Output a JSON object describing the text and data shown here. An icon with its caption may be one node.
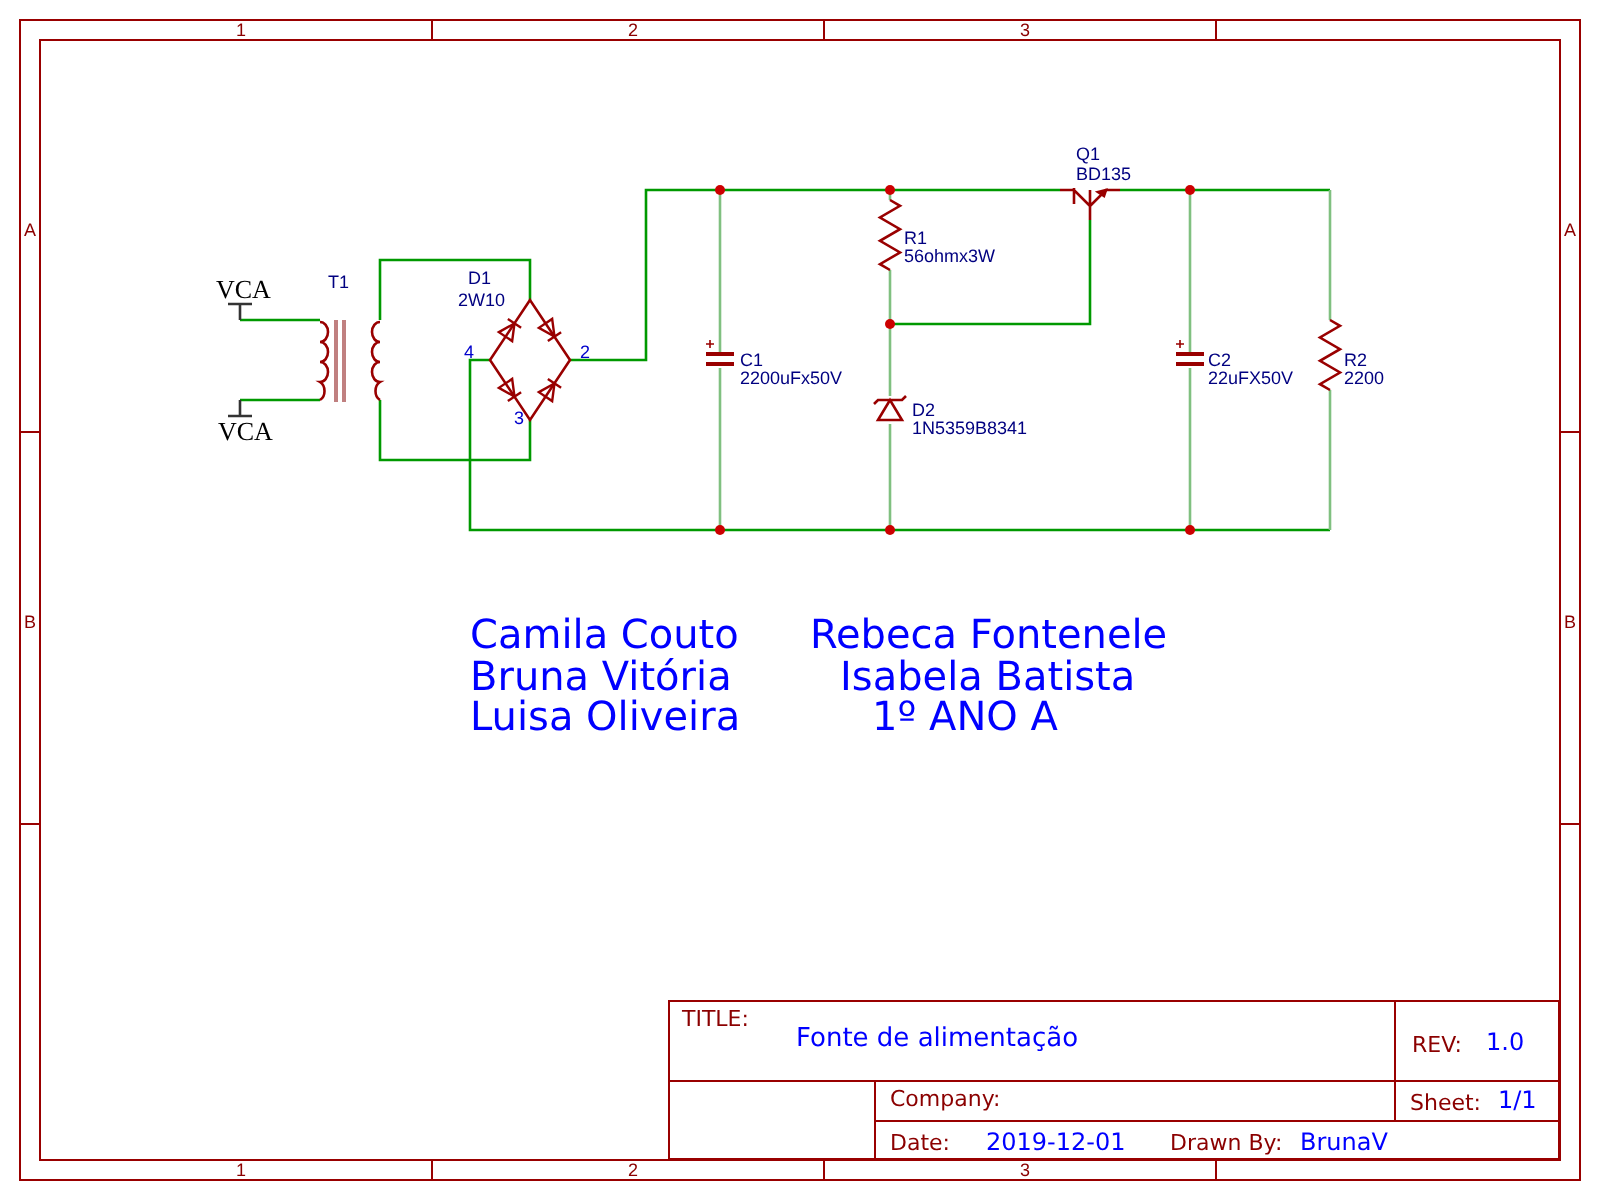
{
  "diagram": {
    "title": "Fonte de alimentação",
    "labels": [
      "1",
      "2",
      "3",
      "A",
      "A",
      "B",
      "B",
      "VCA",
      "T1",
      "D1",
      "2W10",
      "4",
      "2",
      "3",
      "VCA",
      "Q1",
      "BD135",
      "R1",
      "56ohmx3W",
      "C1",
      "2200uFx50V",
      "D2",
      "1N5359B8341",
      "C2",
      "22uFX50V",
      "R2",
      "2200",
      "Camila Couto",
      "Rebeca Fontenele",
      "Bruna Vitória",
      "Isabela Batista",
      "Luisa Oliveira",
      "1º ANO A",
      "TITLE:",
      "REV:",
      "1.0",
      "Company:",
      "Sheet:",
      "1/1",
      "Date:",
      "2019-12-01",
      "Drawn By:",
      "BrunaV",
      "1",
      "2",
      "3"
    ]
  }
}
